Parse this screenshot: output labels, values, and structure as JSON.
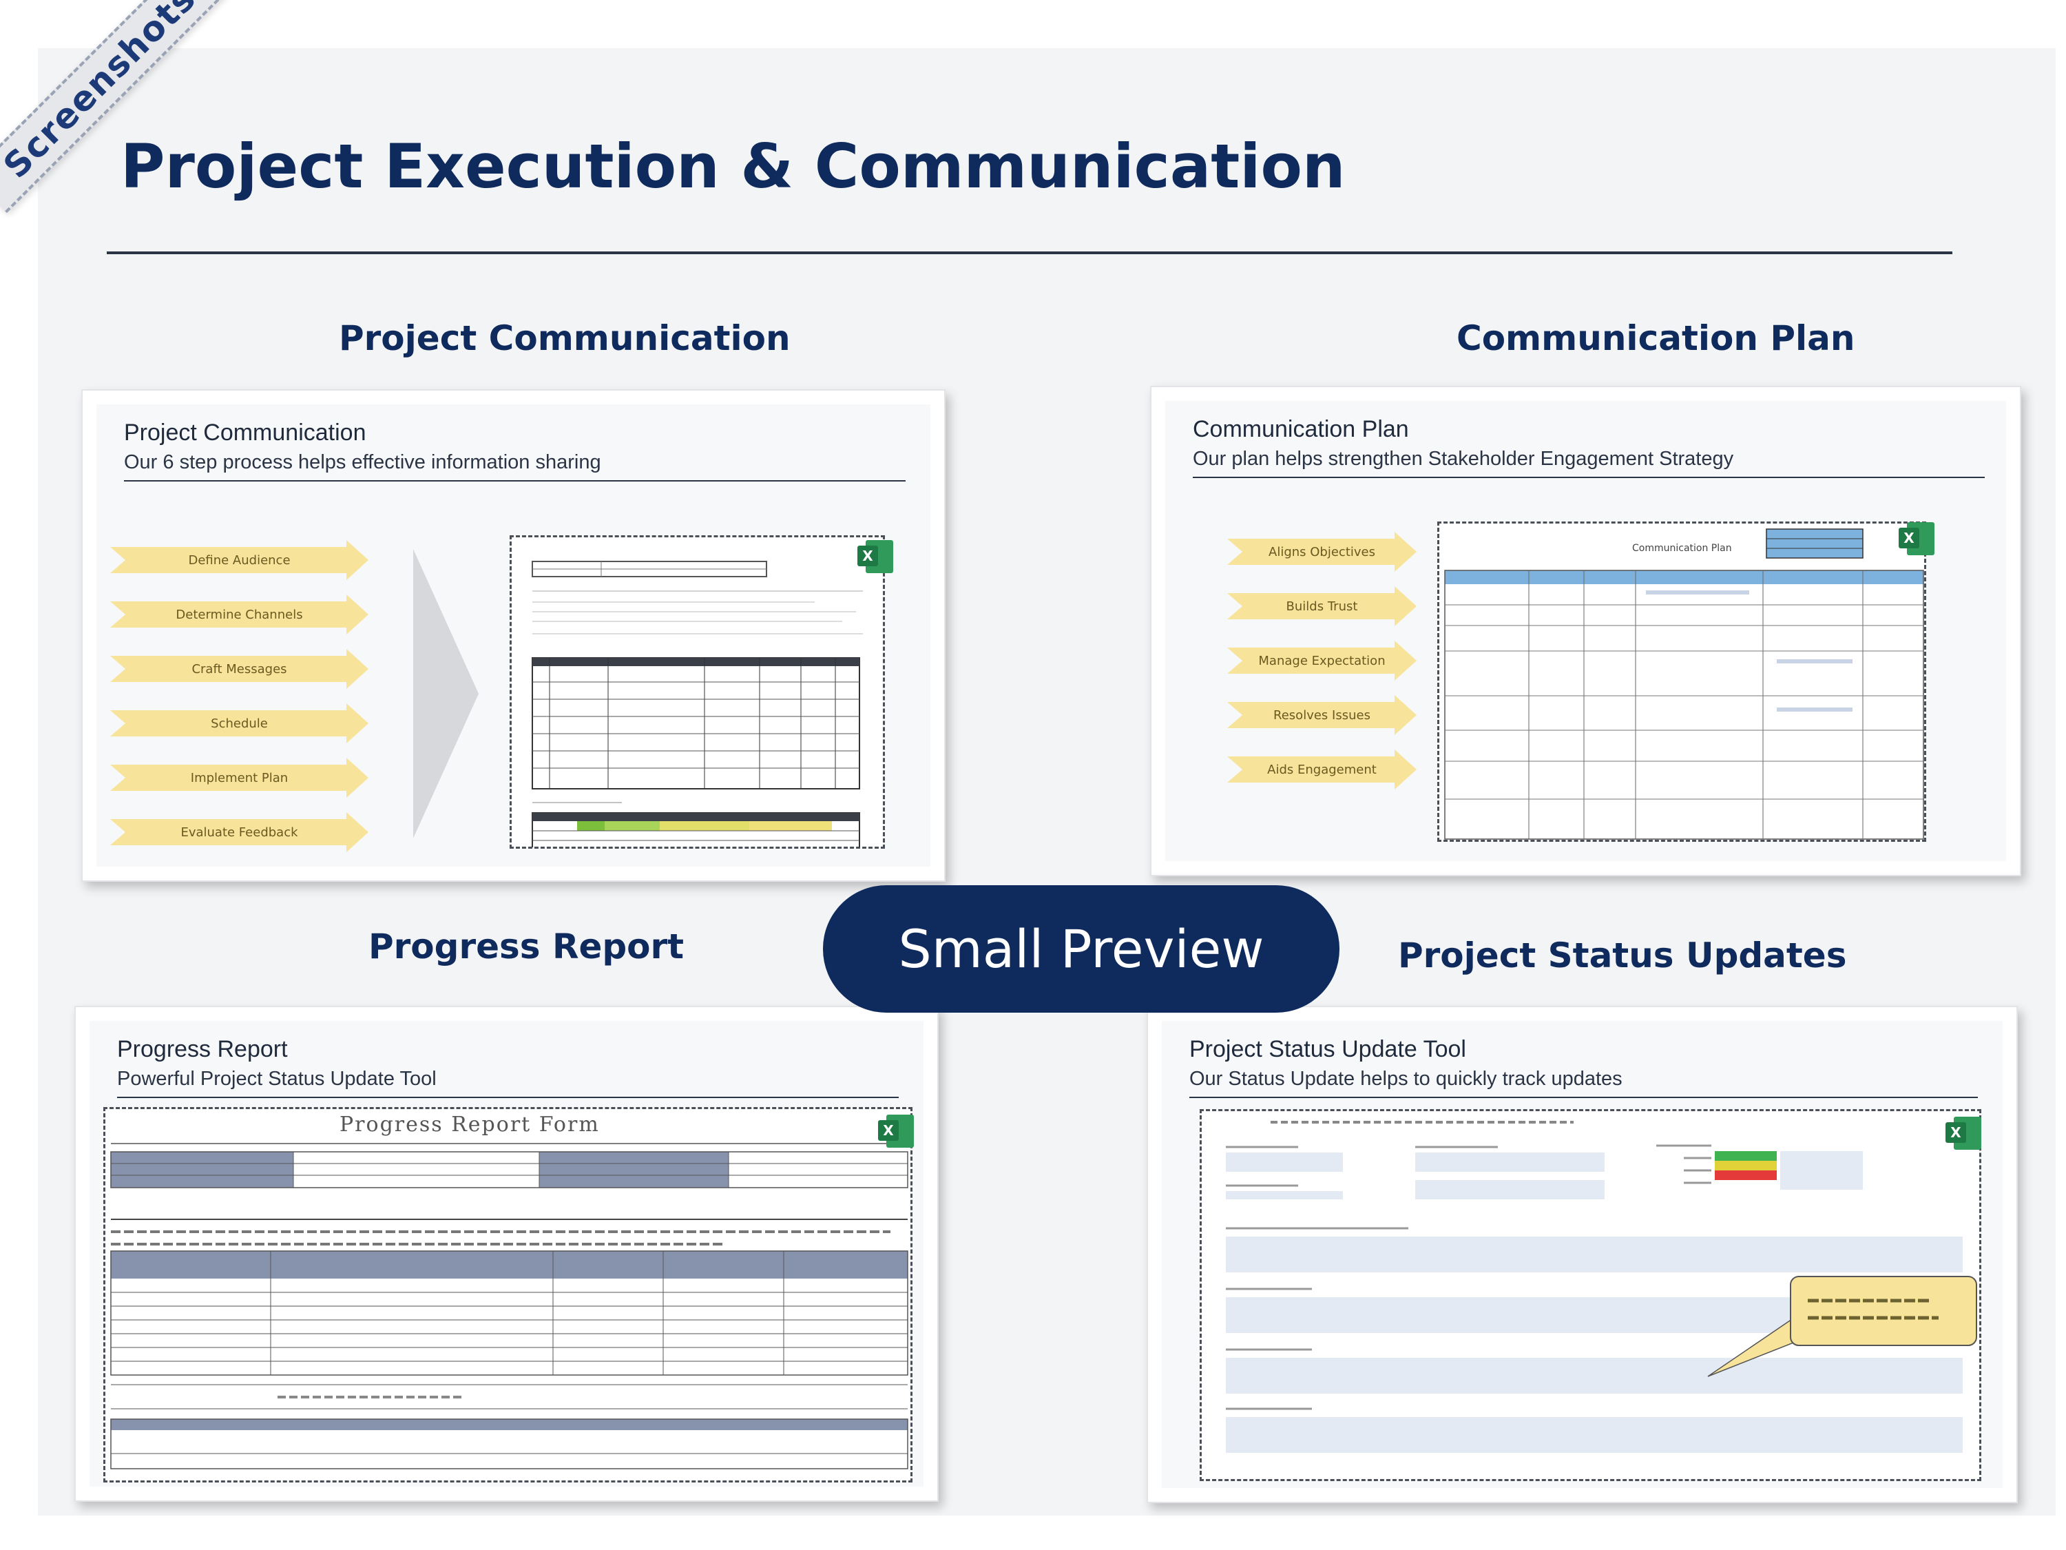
{
  "ribbon": {
    "label": "Screenshots"
  },
  "page": {
    "title": "Project Execution & Communication"
  },
  "sections": {
    "communication": {
      "heading": "Project Communication",
      "card_title": "Project Communication",
      "card_subtitle": "Our 6 step process helps effective information sharing",
      "steps": [
        "Define Audience",
        "Determine Channels",
        "Craft Messages",
        "Schedule",
        "Implement Plan",
        "Evaluate Feedback"
      ]
    },
    "plan": {
      "heading": "Communication Plan",
      "card_title": "Communication Plan",
      "card_subtitle": "Our plan helps strengthen Stakeholder Engagement Strategy",
      "steps": [
        "Aligns Objectives",
        "Builds Trust",
        "Manage Expectation",
        "Resolves Issues",
        "Aids Engagement"
      ],
      "sheet_title": "Communication Plan"
    },
    "progress": {
      "heading": "Progress Report",
      "card_title": "Progress Report",
      "card_subtitle": "Powerful Project Status Update Tool",
      "form_title": "Progress Report Form"
    },
    "status": {
      "heading": "Project Status Updates",
      "card_title": "Project Status Update Tool",
      "card_subtitle": "Our Status Update helps to quickly track updates"
    }
  },
  "badge": {
    "label": "Small Preview"
  },
  "colors": {
    "navy": "#0f2a5c",
    "arrow": "#f7e39a",
    "excel": "#1d7a44",
    "plan_header": "#7db2de"
  },
  "icons": [
    "excel-icon",
    "chevron-right-icon"
  ]
}
